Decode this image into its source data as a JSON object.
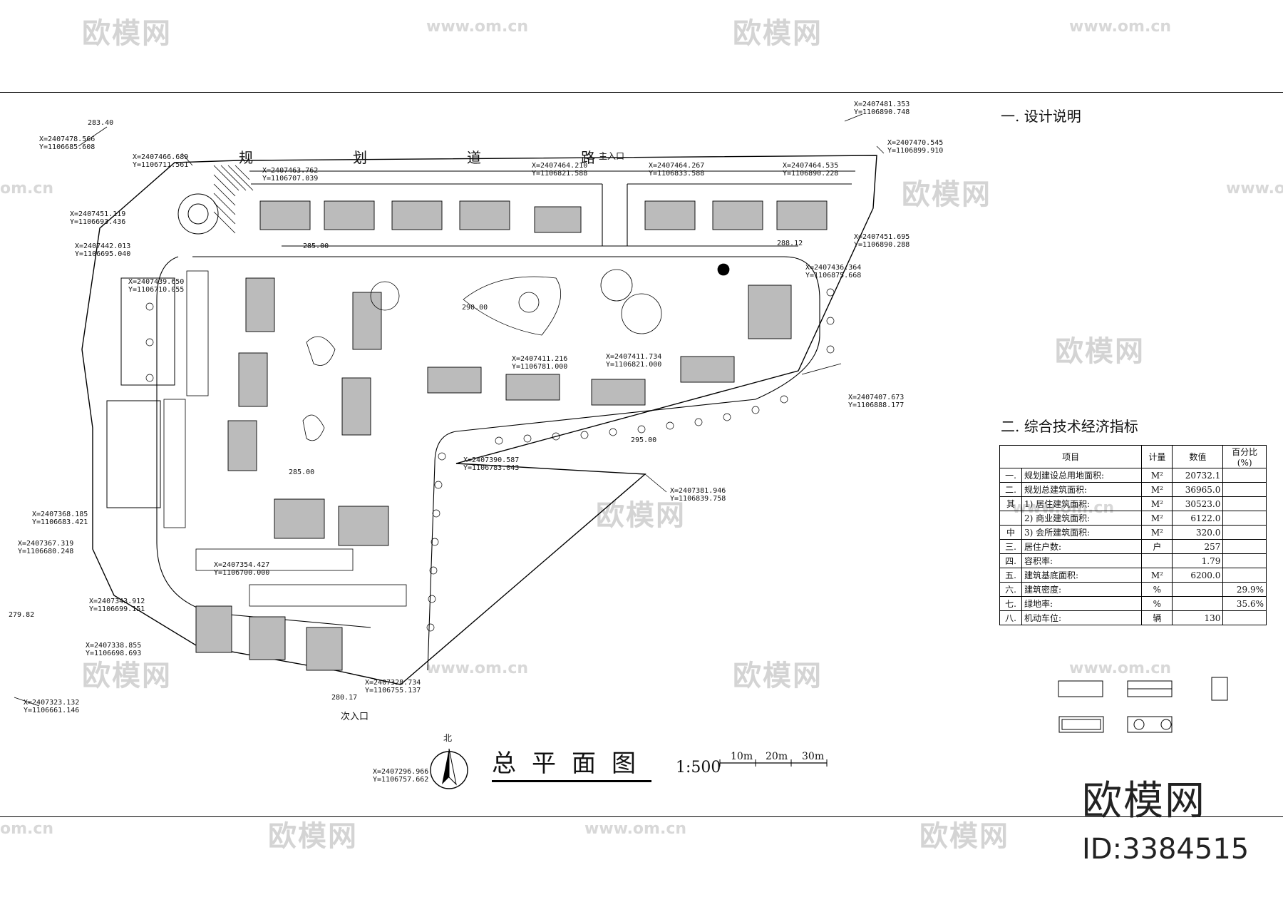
{
  "watermarks": {
    "brand": "欧模网",
    "url": "www.om.cn",
    "url_partial": "om.cn"
  },
  "sheet": {
    "title": "总平面图",
    "scale": "1:500",
    "north_label": "北",
    "scale_marks": [
      "10m",
      "20m",
      "30m"
    ]
  },
  "road_label": [
    "规",
    "划",
    "道",
    "路"
  ],
  "entrances": {
    "main": "主入口",
    "secondary": "次入口"
  },
  "elevations": [
    "283.40",
    "279.82",
    "285.00",
    "288.12",
    "290.00",
    "295.00",
    "285.00",
    "280.17"
  ],
  "coordinates": [
    {
      "x": "X=2407478.566",
      "y": "Y=1106685.608"
    },
    {
      "x": "X=2407466.689",
      "y": "Y=1106711.561"
    },
    {
      "x": "X=2407463.762",
      "y": "Y=1106707.039"
    },
    {
      "x": "X=2407464.210",
      "y": "Y=1106821.588"
    },
    {
      "x": "X=2407464.267",
      "y": "Y=1106833.588"
    },
    {
      "x": "X=2407464.535",
      "y": "Y=1106890.228"
    },
    {
      "x": "X=2407481.353",
      "y": "Y=1106890.748"
    },
    {
      "x": "X=2407470.545",
      "y": "Y=1106899.910"
    },
    {
      "x": "X=2407451.695",
      "y": "Y=1106890.288"
    },
    {
      "x": "X=2407451.119",
      "y": "Y=1106693.436"
    },
    {
      "x": "X=2407442.013",
      "y": "Y=1106695.040"
    },
    {
      "x": "X=2407439.650",
      "y": "Y=1106710.055"
    },
    {
      "x": "X=2407436.364",
      "y": "Y=1106875.668"
    },
    {
      "x": "X=2407411.734",
      "y": "Y=1106821.000"
    },
    {
      "x": "X=2407411.216",
      "y": "Y=1106781.000"
    },
    {
      "x": "X=2407407.673",
      "y": "Y=1106888.177"
    },
    {
      "x": "X=2407390.587",
      "y": "Y=1106783.043"
    },
    {
      "x": "X=2407381.946",
      "y": "Y=1106839.758"
    },
    {
      "x": "X=2407368.185",
      "y": "Y=1106683.421"
    },
    {
      "x": "X=2407367.319",
      "y": "Y=1106680.248"
    },
    {
      "x": "X=2407354.427",
      "y": "Y=1106700.000"
    },
    {
      "x": "X=2407343.912",
      "y": "Y=1106699.151"
    },
    {
      "x": "X=2407338.855",
      "y": "Y=1106698.693"
    },
    {
      "x": "X=2407328.734",
      "y": "Y=1106755.137"
    },
    {
      "x": "X=2407323.132",
      "y": "Y=1106661.146"
    },
    {
      "x": "X=2407296.966",
      "y": "Y=1106757.662"
    }
  ],
  "design_notes": {
    "heading": "一. 设计说明"
  },
  "indicators": {
    "heading": "二. 综合技术经济指标",
    "columns": [
      "项目",
      "计量",
      "数值",
      "百分比(%)"
    ],
    "rows": [
      {
        "no": "一.",
        "item": "规划建设总用地面积:",
        "unit": "M²",
        "value": "20732.1",
        "pct": ""
      },
      {
        "no": "二.",
        "item": "规划总建筑面积:",
        "unit": "M²",
        "value": "36965.0",
        "pct": ""
      },
      {
        "no": "其",
        "item": "1) 居住建筑面积:",
        "unit": "M²",
        "value": "30523.0",
        "pct": ""
      },
      {
        "no": "",
        "item": "2) 商业建筑面积:",
        "unit": "M²",
        "value": "6122.0",
        "pct": ""
      },
      {
        "no": "中",
        "item": "3) 会所建筑面积:",
        "unit": "M²",
        "value": "320.0",
        "pct": ""
      },
      {
        "no": "三.",
        "item": "居住户数:",
        "unit": "户",
        "value": "257",
        "pct": ""
      },
      {
        "no": "四.",
        "item": "容积率:",
        "unit": "",
        "value": "1.79",
        "pct": ""
      },
      {
        "no": "五.",
        "item": "建筑基底面积:",
        "unit": "M²",
        "value": "6200.0",
        "pct": ""
      },
      {
        "no": "六.",
        "item": "建筑密度:",
        "unit": "%",
        "value": "",
        "pct": "29.9%"
      },
      {
        "no": "七.",
        "item": "绿地率:",
        "unit": "%",
        "value": "",
        "pct": "35.6%"
      },
      {
        "no": "八.",
        "item": "机动车位:",
        "unit": "辆",
        "value": "130",
        "pct": ""
      }
    ]
  },
  "brand_footer": {
    "name": "欧模网",
    "id": "ID:3384515"
  }
}
